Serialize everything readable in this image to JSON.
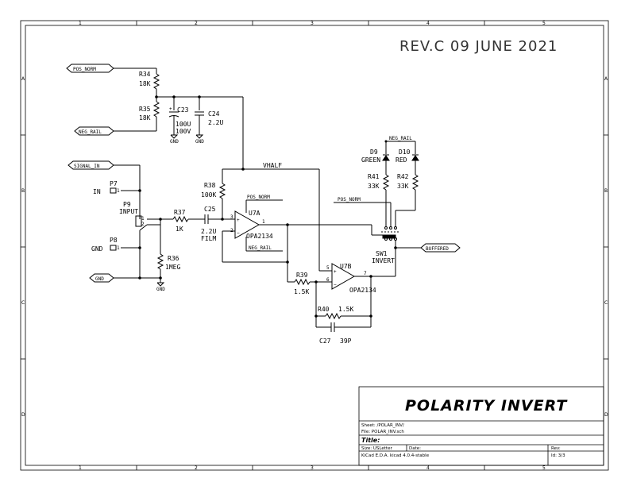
{
  "revision": "REV.C  09 JUNE 2021",
  "grid": {
    "cols": [
      "1",
      "2",
      "3",
      "4",
      "5"
    ],
    "rows": [
      "A",
      "B",
      "C",
      "D"
    ]
  },
  "net_labels": {
    "pos_norm": "POS_NORM",
    "neg_rail": "NEG_RAIL",
    "signal_in": "SIGNAL_IN",
    "gnd": "GND",
    "buffered": "BUFFERED",
    "vhalf": "VHALF",
    "pos_norm_u7a": "POS_NORM",
    "neg_rail_u7a": "NEG_RAIL",
    "pos_norm_sw": "POS_NORM",
    "neg_rail_led": "NEG_RAIL"
  },
  "components": {
    "r34": {
      "ref": "R34",
      "value": "18K"
    },
    "r35": {
      "ref": "R35",
      "value": "18K"
    },
    "c23": {
      "ref": "C23",
      "value": "100U",
      "value2": "100V"
    },
    "c24": {
      "ref": "C24",
      "value": "2.2U"
    },
    "p7": {
      "ref": "P7",
      "value": "IN"
    },
    "p8": {
      "ref": "P8",
      "value": "GND"
    },
    "p9": {
      "ref": "P9",
      "value": "INPUT"
    },
    "r37": {
      "ref": "R37",
      "value": "1K"
    },
    "c25": {
      "ref": "C25",
      "value": "2.2U",
      "value2": "FILM"
    },
    "r38": {
      "ref": "R38",
      "value": "100K"
    },
    "r36": {
      "ref": "R36",
      "value": "1MEG"
    },
    "u7a": {
      "ref": "U7A",
      "value": "OPA2134"
    },
    "u7b": {
      "ref": "U7B",
      "value": "OPA2134"
    },
    "r39": {
      "ref": "R39",
      "value": "1.5K"
    },
    "r40": {
      "ref": "R40",
      "value": "1.5K"
    },
    "c27": {
      "ref": "C27",
      "value": "39P"
    },
    "d9": {
      "ref": "D9",
      "value": "GREEN"
    },
    "d10": {
      "ref": "D10",
      "value": "RED"
    },
    "r41": {
      "ref": "R41",
      "value": "33K"
    },
    "r42": {
      "ref": "R42",
      "value": "33K"
    },
    "sw1": {
      "ref": "SW1",
      "value": "INVERT"
    }
  },
  "gnd_symbol": "GND",
  "title_block": {
    "title": "POLARITY INVERT",
    "sheet": "Sheet: /POLAR_INV/",
    "file": "File: POLAR_INV.sch",
    "title_label": "Title:",
    "size": "Size: USLetter",
    "date": "Date:",
    "rev": "Rev:",
    "tool": "KiCad E.D.A.  kicad 4.0.4-stable",
    "id": "Id: 3/3"
  }
}
